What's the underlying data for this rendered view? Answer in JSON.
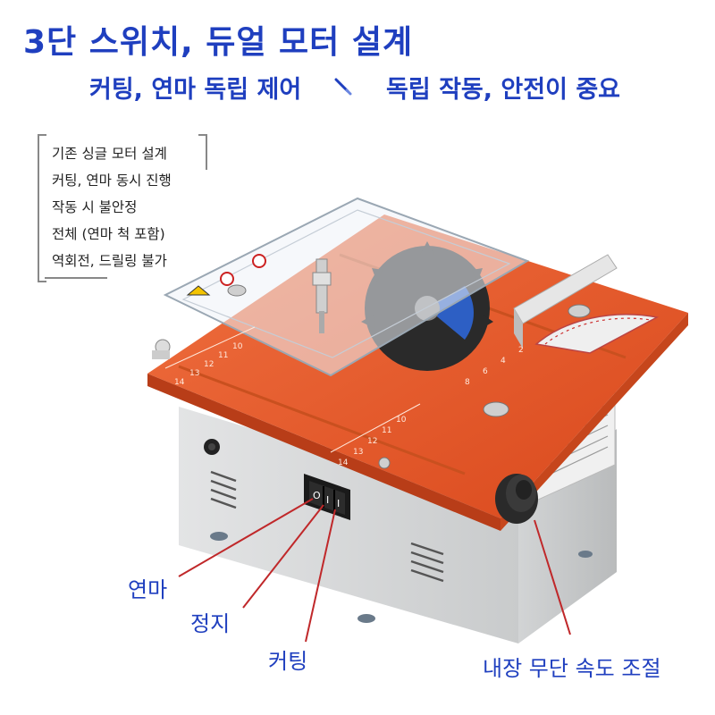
{
  "headline": "3단 스위치, 듀얼 모터 설계",
  "subline_left": "커팅, 연마 독립 제어",
  "subline_right": "독립 작동, 안전이 중요",
  "notes": [
    "기존 싱글 모터 설계",
    "커팅, 연마 동시 진행",
    "작동 시 불안정",
    "전체 (연마 척 포함)",
    "역회전, 드릴링 불가"
  ],
  "callouts": {
    "grinding": "연마",
    "stop": "정지",
    "cutting": "커팅",
    "speed": "내장 무단 속도 조절"
  },
  "switch_marks": [
    "O",
    "I",
    "I"
  ],
  "ruler_labels": [
    "14",
    "13",
    "12",
    "11",
    "10",
    "8",
    "6",
    "4",
    "2"
  ],
  "icons": [
    "pen-icon",
    "table-saw-icon",
    "saw-blade-icon",
    "rocker-switch-icon",
    "speed-knob-icon"
  ],
  "colors": {
    "accent_text": "#1f3fbf",
    "table_orange": "#e8592a",
    "pointer_line": "#c0282a",
    "housing": "#d9dbdc"
  }
}
